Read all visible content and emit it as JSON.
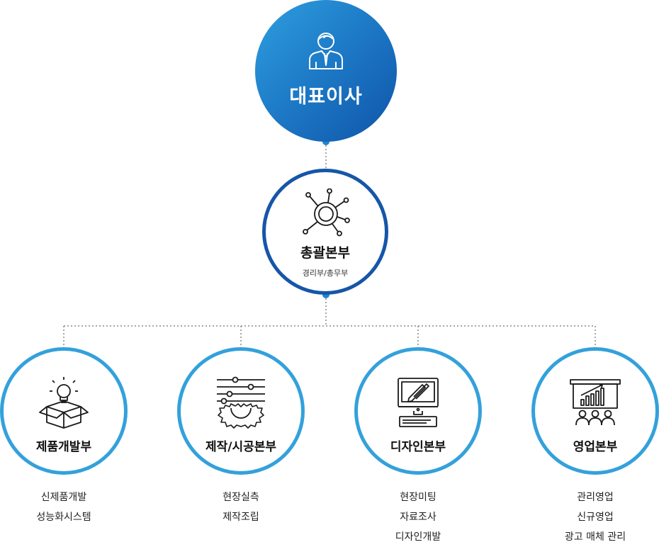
{
  "ceo": {
    "title": "대표이사",
    "icon": "ceo-person-icon"
  },
  "hq": {
    "title": "총괄본부",
    "subtitle": "경리부/총무부",
    "icon": "network-hub-icon"
  },
  "divisions": [
    {
      "title": "제품개발부",
      "icon": "idea-box-icon",
      "tasks": [
        "신제품개발",
        "성능화시스템"
      ]
    },
    {
      "title": "제작/시공본부",
      "icon": "gear-sliders-icon",
      "tasks": [
        "현장실측",
        "제작조립"
      ]
    },
    {
      "title": "디자인본부",
      "icon": "design-monitor-icon",
      "tasks": [
        "현장미팅",
        "자료조사",
        "디자인개발"
      ]
    },
    {
      "title": "영업본부",
      "icon": "presentation-board-icon",
      "tasks": [
        "관리영업",
        "신규영업",
        "광고 매체 관리"
      ]
    }
  ],
  "colors": {
    "ceo_gradient_start": "#2f9fdf",
    "ceo_gradient_end": "#0f54a8",
    "hq_border": "#1656a8",
    "division_border": "#33a1db",
    "connector_dot": "#1e86d1",
    "connector_line": "#8a8a8a",
    "icon_stroke": "#1a1a1a"
  }
}
